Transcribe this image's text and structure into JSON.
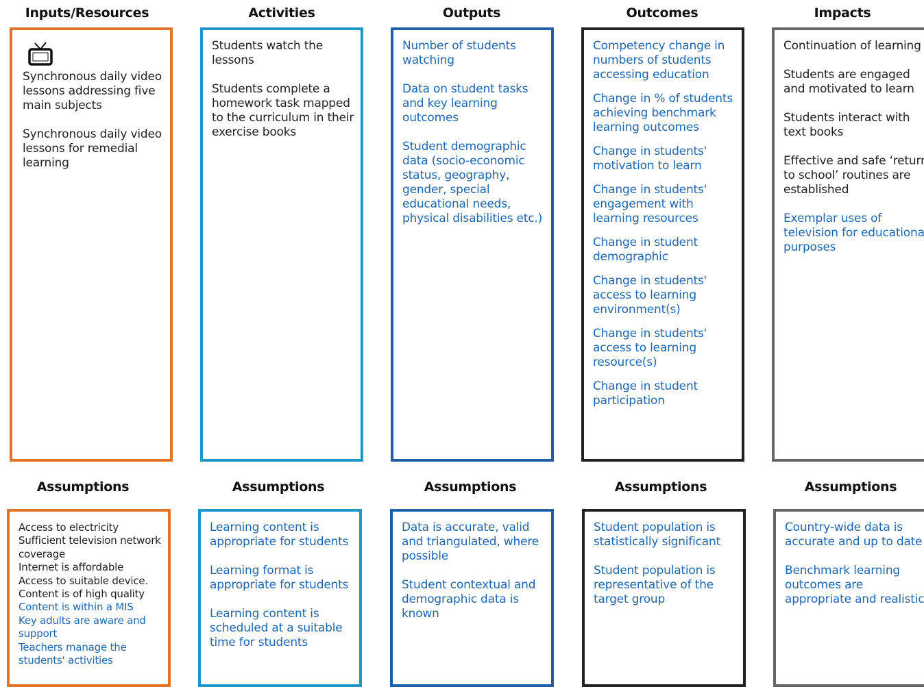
{
  "colors": {
    "inputs": "#e07428",
    "activities": "#1c97c8",
    "outputs": "#1f5fa8",
    "outcomes": "#222222",
    "impacts": "#666666",
    "text_dark": "#222222",
    "text_blue": "#1f66b0"
  },
  "top": {
    "inputs": {
      "header": "Inputs/Resources",
      "icon": "television-icon",
      "items": [
        {
          "text": "Synchronous daily video lessons addressing five main subjects",
          "tone": "k"
        },
        {
          "text": "Synchronous daily video lessons for remedial learning",
          "tone": "k"
        }
      ]
    },
    "activities": {
      "header": "Activities",
      "items": [
        {
          "text": "Students watch the lessons",
          "tone": "k"
        },
        {
          "text": "Students complete a homework task mapped to the curriculum in their exercise books",
          "tone": "k"
        }
      ]
    },
    "outputs": {
      "header": "Outputs",
      "items": [
        {
          "text": "Number of students watching",
          "tone": "b"
        },
        {
          "text": "Data on student tasks and key learning outcomes",
          "tone": "b"
        },
        {
          "text": "Student demographic data (socio-economic status, geography, gender, special educational needs, physical disabilities etc.)",
          "tone": "b"
        }
      ]
    },
    "outcomes": {
      "header": "Outcomes",
      "items": [
        {
          "text": "Competency change in numbers of students accessing education",
          "tone": "b"
        },
        {
          "text": "Change in % of students achieving benchmark learning outcomes",
          "tone": "b"
        },
        {
          "text": "Change in students' motivation to learn",
          "tone": "b"
        },
        {
          "text": "Change in students' engagement with learning resources",
          "tone": "b"
        },
        {
          "text": "Change in student demographic",
          "tone": "b"
        },
        {
          "text": "Change in students' access to learning environment(s)",
          "tone": "b"
        },
        {
          "text": "Change in students' access to learning resource(s)",
          "tone": "b"
        },
        {
          "text": "Change in student participation",
          "tone": "b"
        }
      ]
    },
    "impacts": {
      "header": "Impacts",
      "items": [
        {
          "text": "Continuation of learning",
          "tone": "k"
        },
        {
          "text": "Students are engaged and motivated to learn",
          "tone": "k"
        },
        {
          "text": "Students interact with text books",
          "tone": "k"
        },
        {
          "text": "Effective and safe ‘return to school’ routines are established",
          "tone": "k"
        },
        {
          "text": "Exemplar uses of television for educational purposes",
          "tone": "b"
        }
      ]
    }
  },
  "bottom": {
    "inputs": {
      "header": "Assumptions",
      "items": [
        {
          "text": "Access to electricity",
          "tone": "k"
        },
        {
          "text": "Sufficient television network coverage",
          "tone": "k"
        },
        {
          "text": "Internet is affordable",
          "tone": "k"
        },
        {
          "text": "Access to suitable device.",
          "tone": "k"
        },
        {
          "text": "Content is of high quality",
          "tone": "k"
        },
        {
          "text": "Content is within a  MIS",
          "tone": "b"
        },
        {
          "text": "Key adults are aware and support",
          "tone": "b"
        },
        {
          "text": "Teachers manage the students' activities",
          "tone": "b"
        }
      ]
    },
    "activities": {
      "header": "Assumptions",
      "items": [
        {
          "text": "Learning content is appropriate for students",
          "tone": "b"
        },
        {
          "text": "Learning format is appropriate for students",
          "tone": "b"
        },
        {
          "text": "Learning content is scheduled at a suitable time for students",
          "tone": "b"
        }
      ]
    },
    "outputs": {
      "header": "Assumptions",
      "items": [
        {
          "text": "Data is accurate, valid and triangulated, where possible",
          "tone": "b"
        },
        {
          "text": "Student contextual and demographic data is known",
          "tone": "b"
        }
      ]
    },
    "outcomes": {
      "header": "Assumptions",
      "items": [
        {
          "text": "Student population is statistically significant",
          "tone": "b"
        },
        {
          "text": "Student population is representative of the target group",
          "tone": "b"
        }
      ]
    },
    "impacts": {
      "header": "Assumptions",
      "items": [
        {
          "text": "Country-wide data is accurate and up to date",
          "tone": "b"
        },
        {
          "text": "Benchmark learning outcomes are appropriate and realistic",
          "tone": "b"
        }
      ]
    }
  }
}
